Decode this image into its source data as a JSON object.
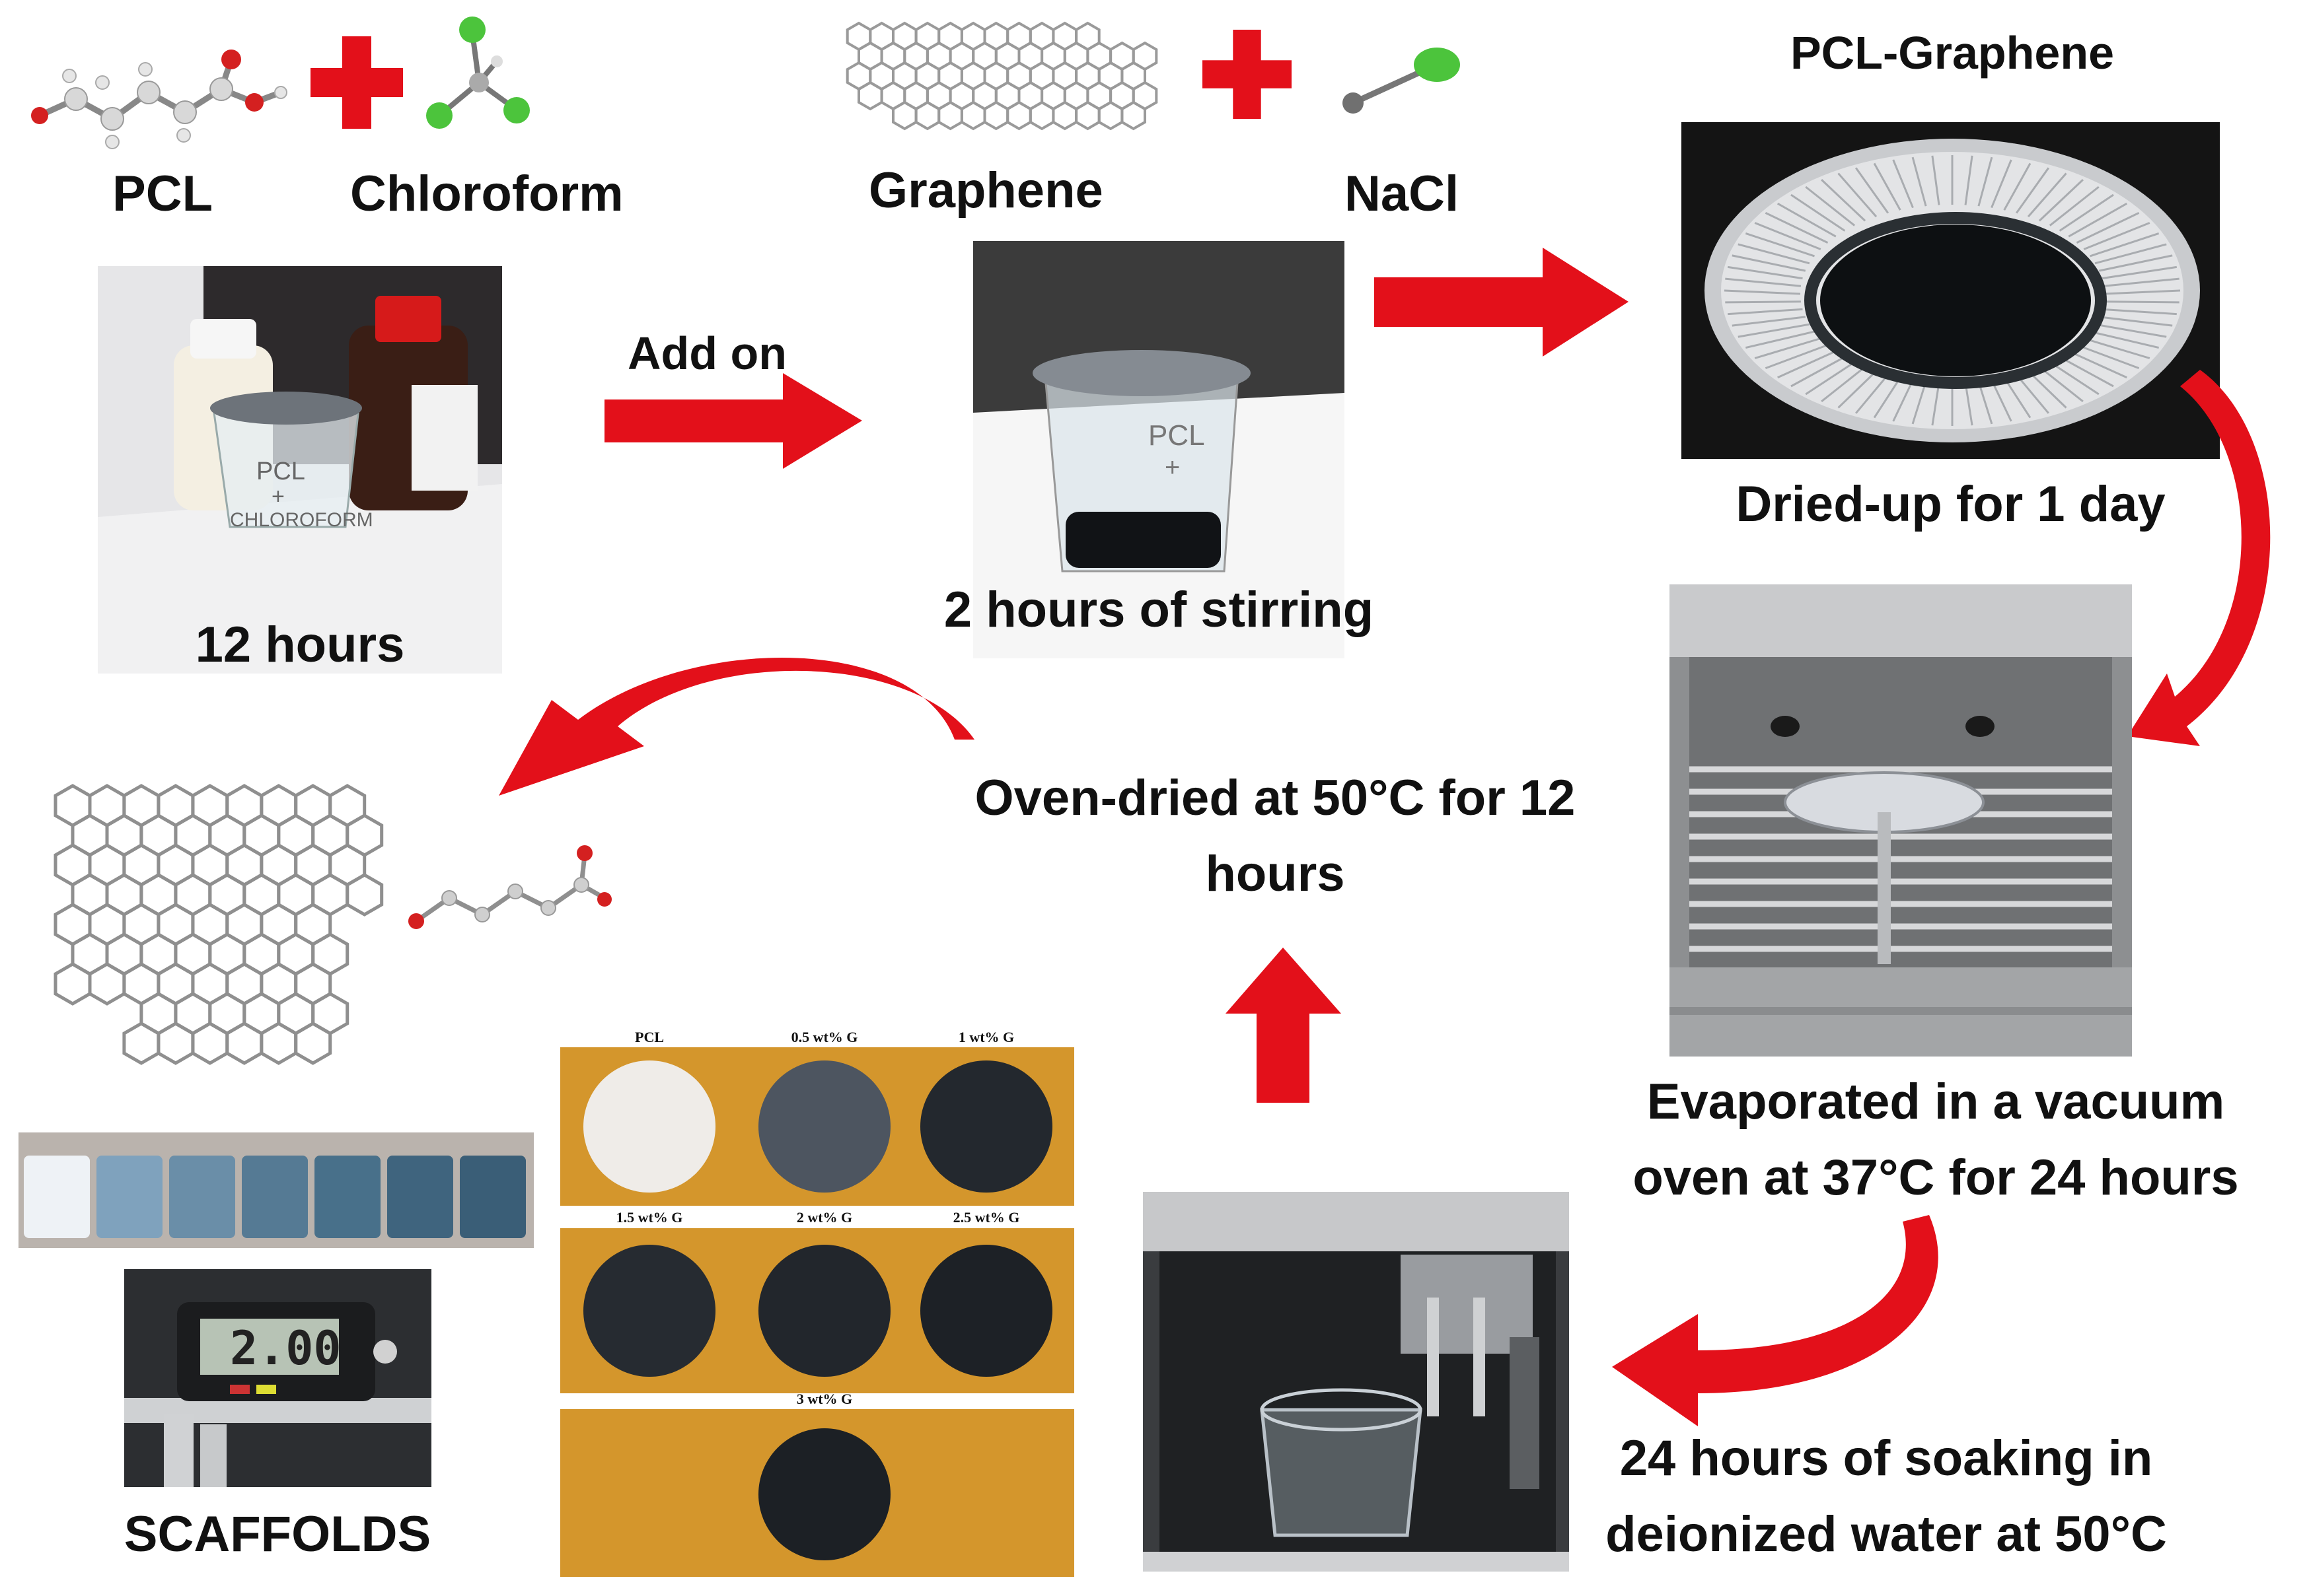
{
  "top_left": {
    "pcl_label": "PCL",
    "chloroform_label": "Chloroform",
    "photo_caption": "12 hours",
    "beaker_text_1": "PCL",
    "beaker_text_2": "+",
    "beaker_text_3": "CHLOROFORM"
  },
  "step_arrow": {
    "label": "Add on"
  },
  "top_middle": {
    "graphene_label": "Graphene",
    "nacl_label": "NaCl",
    "photo_caption": "2 hours of stirring",
    "beaker_text_1": "PCL",
    "beaker_text_2": "+"
  },
  "top_right": {
    "title": "PCL-Graphene",
    "caption": "Dried-up for 1 day"
  },
  "right_middle": {
    "caption_line1": "Evaporated in a vacuum",
    "caption_line2": "oven at 37°C for 24 hours"
  },
  "bottom_right": {
    "caption_line1": "24 hours of soaking in",
    "caption_line2": "deionized water at 50°C"
  },
  "center": {
    "caption_line1": "Oven-dried at 50°C  for 12",
    "caption_line2": "hours"
  },
  "scaffolds": {
    "label": "SCAFFOLDS",
    "caliper_reading": "2.00"
  },
  "samples": {
    "items": [
      {
        "label": "PCL",
        "shade": "#efece8"
      },
      {
        "label": "0.5 wt% G",
        "shade": "#4d5560"
      },
      {
        "label": "1 wt% G",
        "shade": "#23282e"
      },
      {
        "label": "1.5 wt% G",
        "shade": "#262b31"
      },
      {
        "label": "2 wt% G",
        "shade": "#22262c"
      },
      {
        "label": "2.5 wt% G",
        "shade": "#1d2126"
      },
      {
        "label": "3 wt% G",
        "shade": "#1c2025"
      }
    ]
  },
  "colors": {
    "arrow_red": "#e3101a",
    "panel_gold": "#d4962c",
    "graphene_gray": "#8f8f8f"
  }
}
